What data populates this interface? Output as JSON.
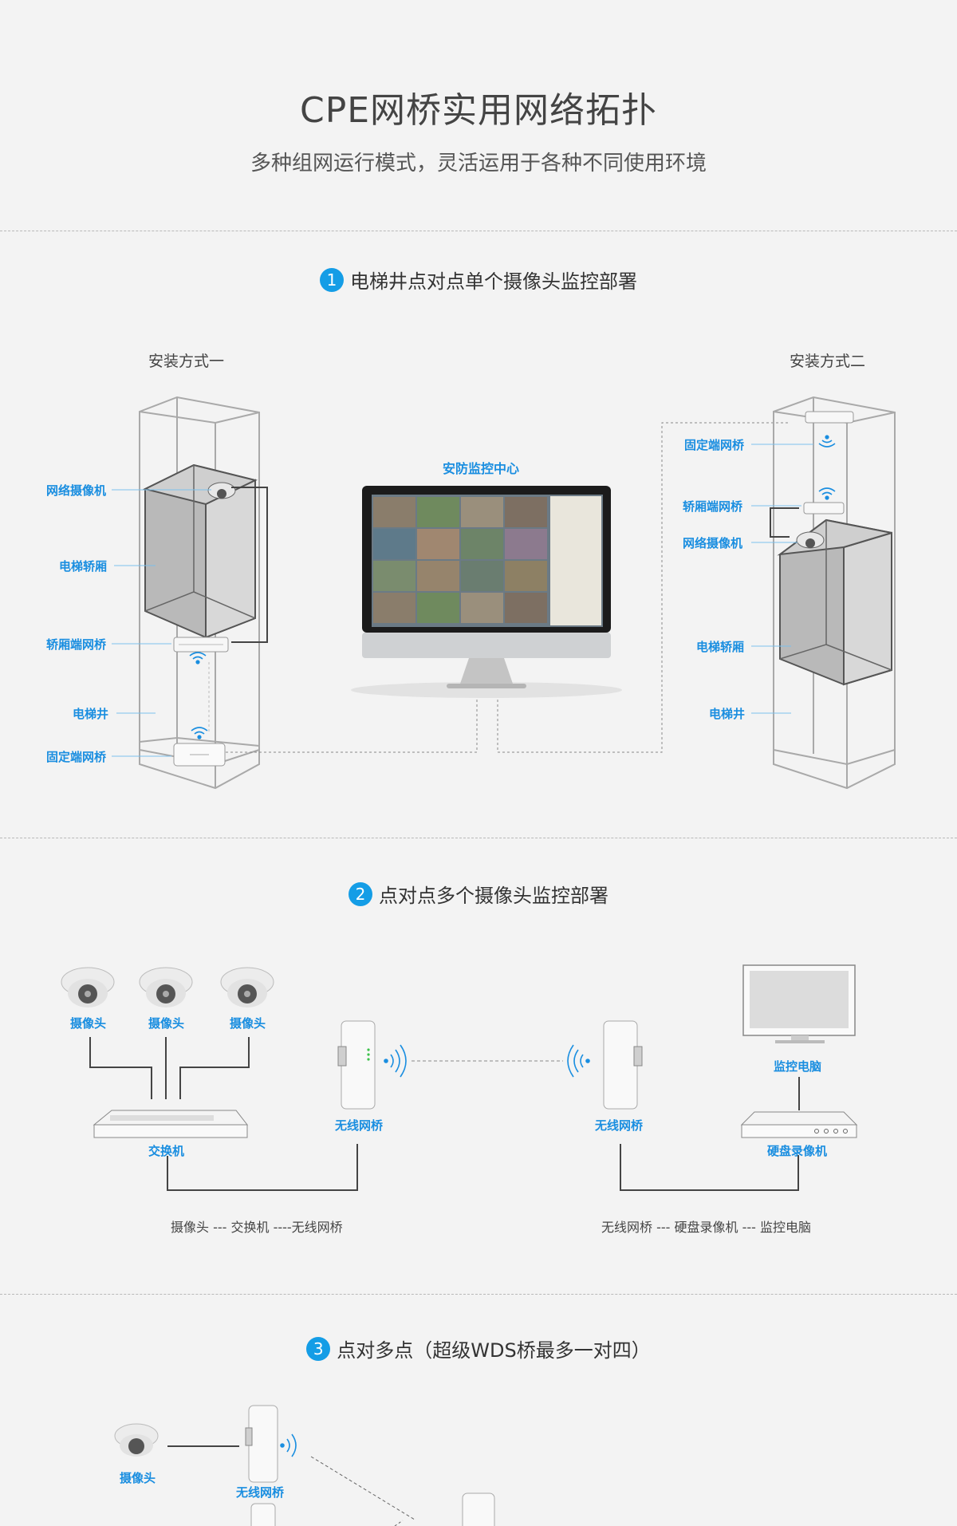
{
  "header": {
    "title": "CPE网桥实用网络拓扑",
    "subtitle": "多种组网运行模式，灵活运用于各种不同使用环境"
  },
  "section1": {
    "number": "1",
    "title": "电梯井点对点单个摄像头监控部署",
    "method_left": "安装方式一",
    "method_right": "安装方式二",
    "center_label": "安防监控中心",
    "left_labels": [
      "网络摄像机",
      "电梯轿厢",
      "轿厢端网桥",
      "电梯井",
      "固定端网桥"
    ],
    "right_labels": [
      "固定端网桥",
      "轿厢端网桥",
      "网络摄像机",
      "电梯轿厢",
      "电梯井"
    ]
  },
  "section2": {
    "number": "2",
    "title": "点对点多个摄像头监控部署",
    "cameras": [
      "摄像头",
      "摄像头",
      "摄像头"
    ],
    "switch_label": "交换机",
    "bridge_left": "无线网桥",
    "bridge_right": "无线网桥",
    "pc_label": "监控电脑",
    "nvr_label": "硬盘录像机",
    "caption_left": "摄像头 --- 交换机 ----无线网桥",
    "caption_right": "无线网桥 --- 硬盘录像机 --- 监控电脑"
  },
  "section3": {
    "number": "3",
    "title": "点对多点（超级WDS桥最多一对四）",
    "camera_label": "摄像头",
    "bridge_label": "无线网桥"
  },
  "colors": {
    "accent": "#149de6",
    "label_blue": "#1a8ee0",
    "background": "#f3f3f3"
  }
}
